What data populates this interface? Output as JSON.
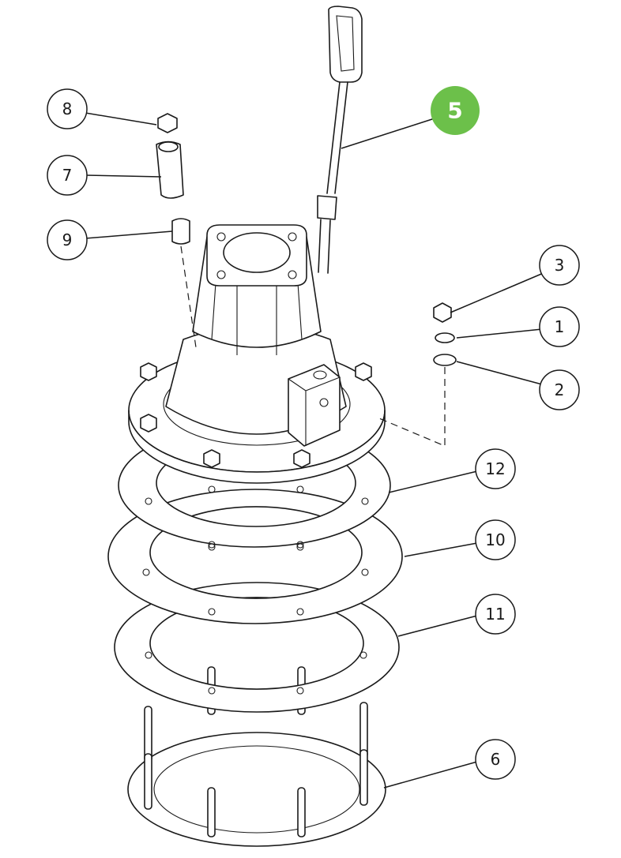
{
  "diagram": {
    "highlight_color": "#6cc04a",
    "line_color": "#1a1a1a",
    "callouts": [
      {
        "id": "8",
        "label": "8",
        "highlighted": false
      },
      {
        "id": "7",
        "label": "7",
        "highlighted": false
      },
      {
        "id": "9",
        "label": "9",
        "highlighted": false
      },
      {
        "id": "5",
        "label": "5",
        "highlighted": true
      },
      {
        "id": "3",
        "label": "3",
        "highlighted": false
      },
      {
        "id": "1",
        "label": "1",
        "highlighted": false
      },
      {
        "id": "2",
        "label": "2",
        "highlighted": false
      },
      {
        "id": "12",
        "label": "12",
        "highlighted": false
      },
      {
        "id": "10",
        "label": "10",
        "highlighted": false
      },
      {
        "id": "11",
        "label": "11",
        "highlighted": false
      },
      {
        "id": "6",
        "label": "6",
        "highlighted": false
      }
    ]
  }
}
